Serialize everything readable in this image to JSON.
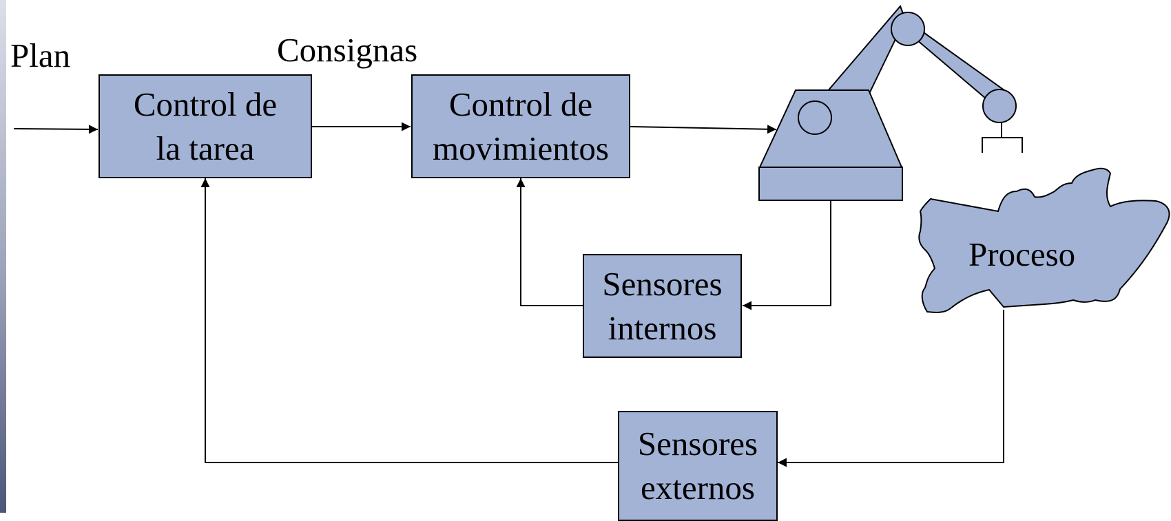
{
  "colors": {
    "box_fill": "#a3b3d6",
    "stroke": "#000000",
    "background": "#ffffff"
  },
  "labels": {
    "plan": "Plan",
    "consignas": "Consignas"
  },
  "blocks": {
    "control_tarea": {
      "line1": "Control de",
      "line2": "la tarea"
    },
    "control_movimientos": {
      "line1": "Control de",
      "line2": "movimientos"
    },
    "sensores_internos": {
      "line1": "Sensores",
      "line2": "internos"
    },
    "sensores_externos": {
      "line1": "Sensores",
      "line2": "externos"
    }
  },
  "proceso": {
    "label": "Proceso"
  },
  "icons": {
    "robot": "robot-arm-icon",
    "process": "process-cloud-icon"
  }
}
